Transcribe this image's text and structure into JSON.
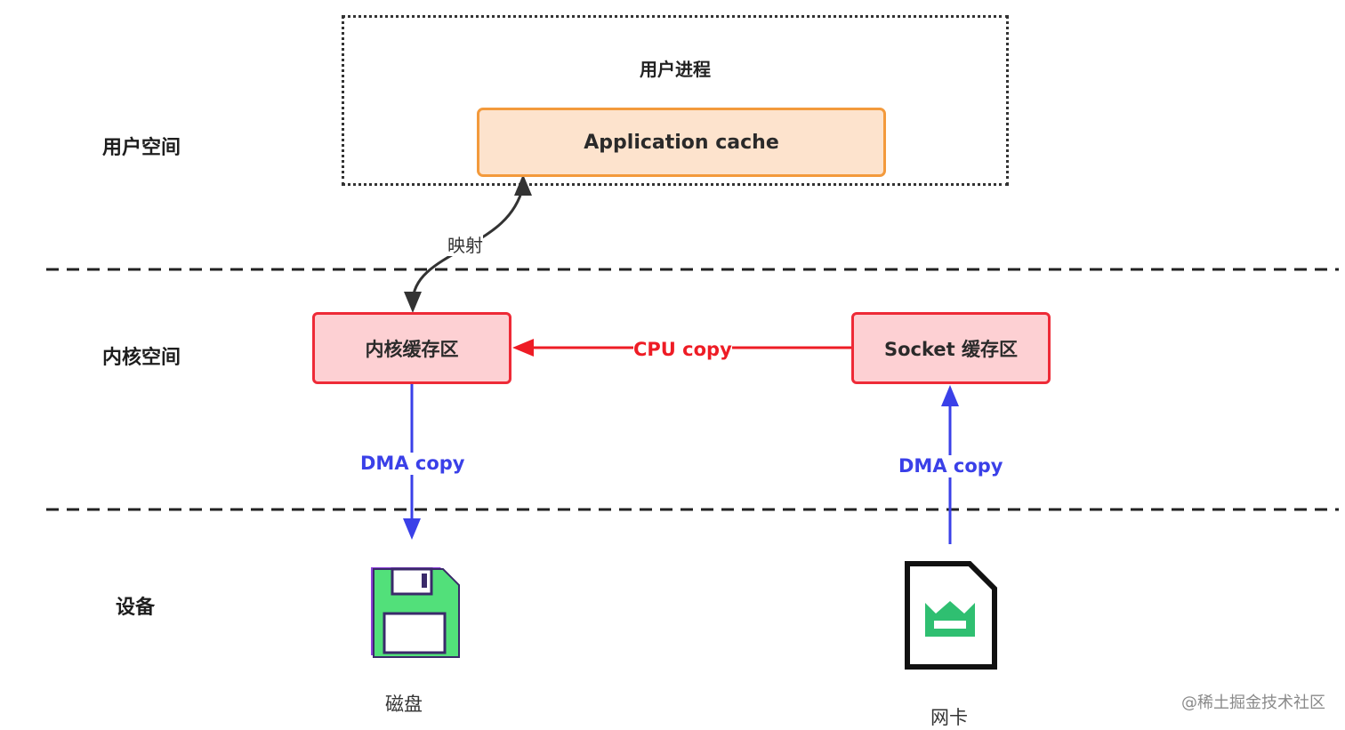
{
  "zones": {
    "user_space": "用户空间",
    "kernel_space": "内核空间",
    "device": "设备"
  },
  "user_process": {
    "title": "用户进程",
    "app_cache": "Application cache"
  },
  "kernel": {
    "kernel_buffer": "内核缓存区",
    "socket_buffer": "Socket 缓存区"
  },
  "edges": {
    "mapping": "映射",
    "cpu_copy": "CPU copy",
    "dma_copy_disk": "DMA copy",
    "dma_copy_nic": "DMA copy"
  },
  "devices": {
    "disk": "磁盘",
    "nic": "网卡"
  },
  "watermark": "@稀土掘金技术社区",
  "colors": {
    "app_cache_fill": "#fde3cd",
    "app_cache_border": "#f39a3c",
    "kernel_box_fill": "#fdd0d3",
    "kernel_box_border": "#ee2a37",
    "cpu_copy": "#ee1c25",
    "dma_copy": "#3a40e8",
    "mapping_arrow": "#333333",
    "disk_icon": "#52e07a",
    "disk_outline": "#8d40d8",
    "nic_icon": "#2fbf71"
  }
}
